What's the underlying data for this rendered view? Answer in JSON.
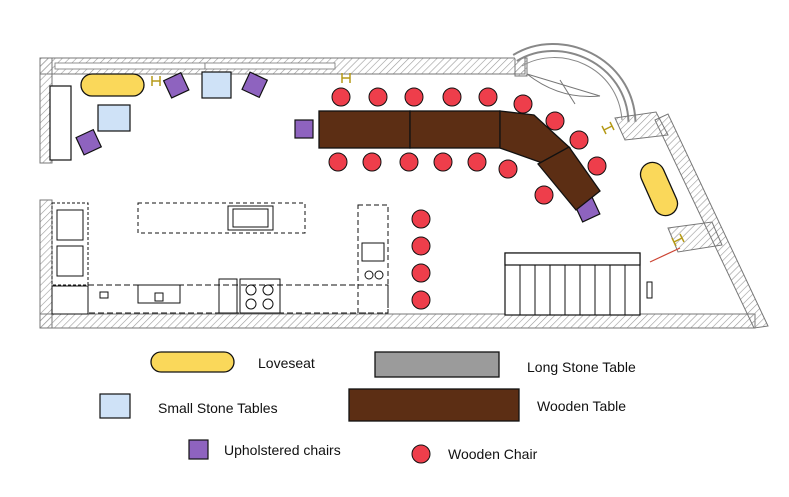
{
  "colors": {
    "loveseat": "#FAD85A",
    "long_stone_table": "#9B9B9B",
    "small_stone_table": "#CFE2F7",
    "wooden_table": "#5C2E14",
    "upholstered_chair": "#8E63BF",
    "wooden_chair": "#EE3E4B",
    "wall": "#888888",
    "hinge": "#B59A18",
    "line": "#111111"
  },
  "legend": {
    "loveseat": "Loveseat",
    "long_stone_table": "Long Stone Table",
    "small_stone_tables": "Small Stone Tables",
    "wooden_table": "Wooden Table",
    "upholstered_chairs": "Upholstered chairs",
    "wooden_chair": "Wooden Chair"
  },
  "icons": {
    "hinge": "door-hinge-icon"
  }
}
